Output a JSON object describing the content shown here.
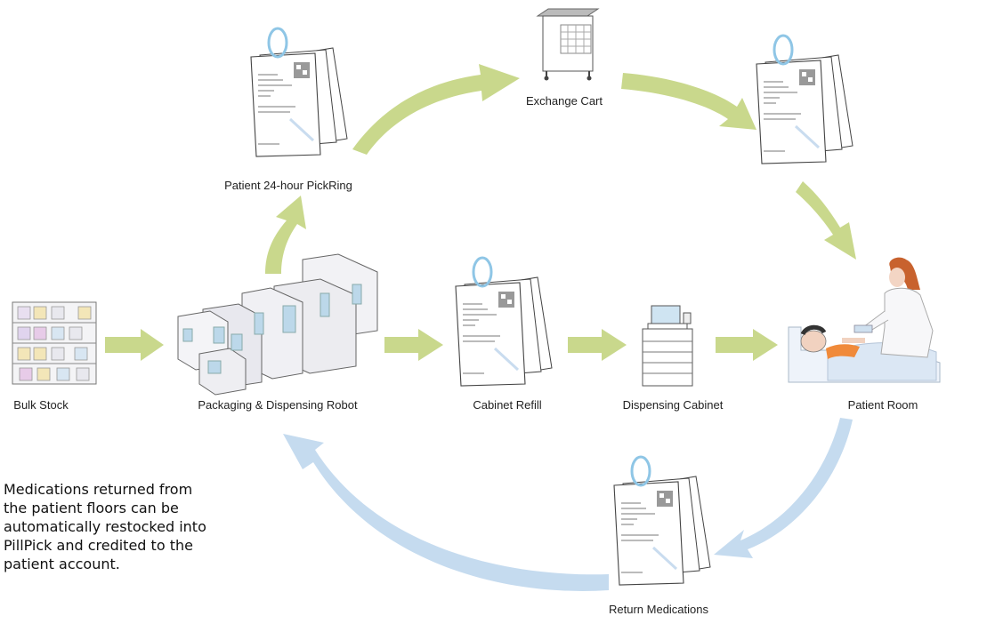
{
  "nodes": {
    "exchange_cart": "Exchange Cart",
    "pickring": "Patient 24-hour PickRing",
    "bulk_stock": "Bulk Stock",
    "robot": "Packaging & Dispensing Robot",
    "cabinet_refill": "Cabinet Refill",
    "dispensing_cabinet": "Dispensing Cabinet",
    "patient_room": "Patient Room",
    "return_meds": "Return Medications"
  },
  "note": "Medications returned from\nthe patient floors can be\nautomatically restocked into\nPillPick and credited to the\npatient account.",
  "colors": {
    "forward_arrow": "#c9d88c",
    "return_arrow": "#c5dbef",
    "tag_stroke": "#444444",
    "ring": "#8fc6e6"
  },
  "icons": [
    "medication-tag-icon",
    "exchange-cart-icon",
    "bulk-stock-shelf-icon",
    "robot-machine-icon",
    "dispensing-cabinet-icon",
    "patient-bed-icon",
    "nurse-icon"
  ]
}
